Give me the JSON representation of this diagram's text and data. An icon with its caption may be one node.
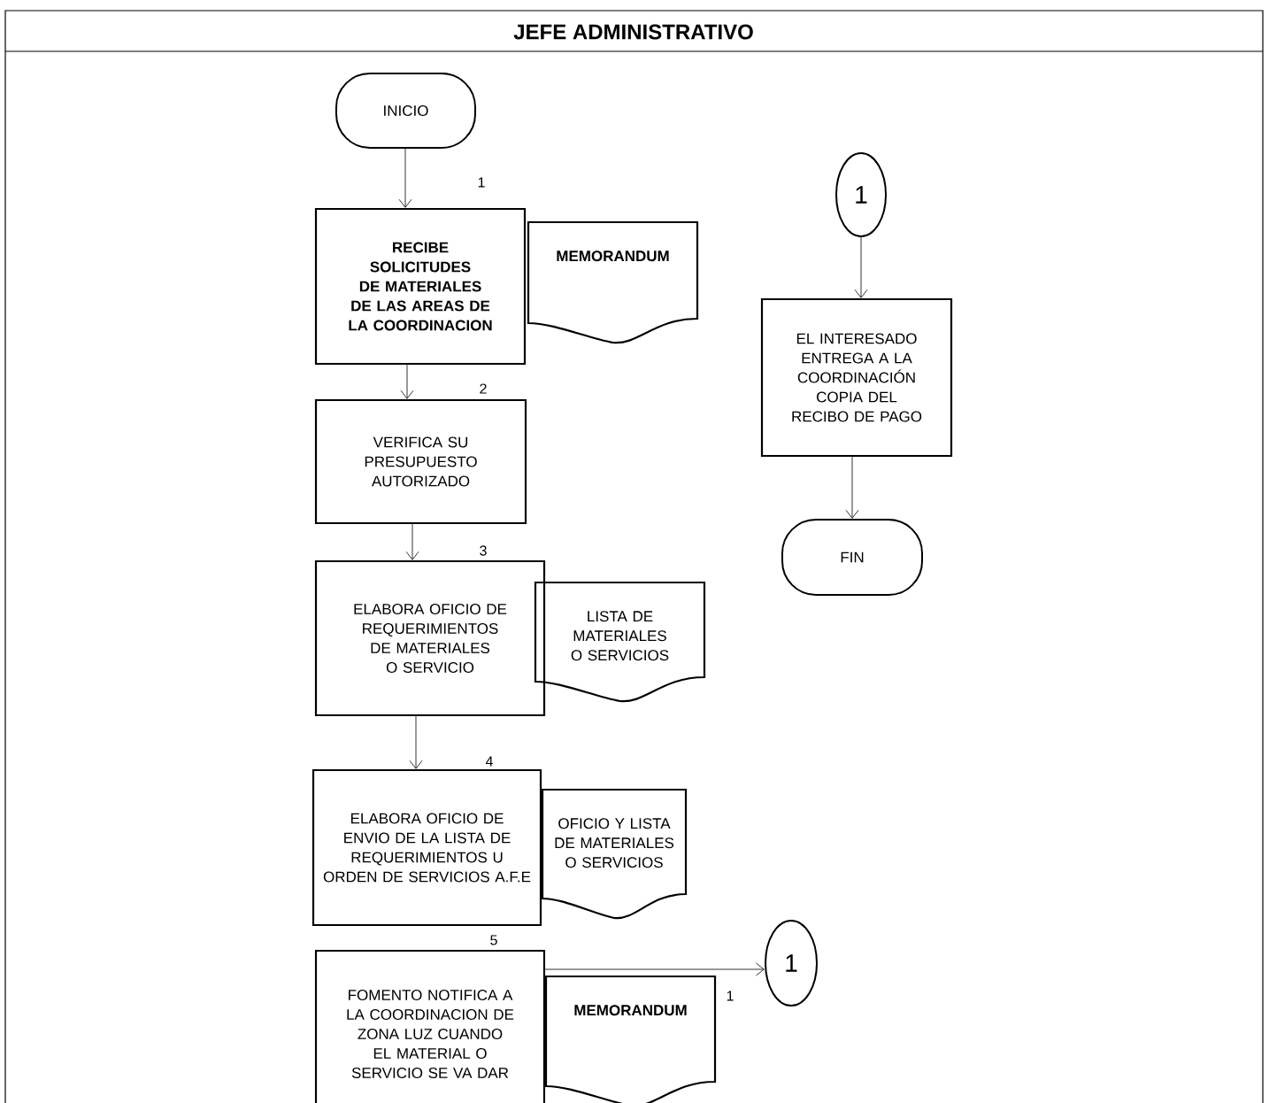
{
  "diagram": {
    "title": "JEFE ADMINISTRATIVO",
    "nodes": [
      {
        "text": [
          "INICIO"
        ]
      },
      {
        "text": [
          "RECIBE SOLICITUDES DE MATERIALES DE LAS AREAS DE LA COORDINACION"
        ],
        "beside": [
          "1"
        ]
      },
      {
        "text": [
          "MEMORANDUM"
        ]
      },
      {
        "text": [
          "VERIFICA SU PRESUPUESTO AUTORIZADO"
        ],
        "beside": [
          "2"
        ]
      },
      {
        "text": [
          "ELABORA OFICIO DE REQUERIMIENTOS DE MATERIALES O SERVICIO"
        ],
        "beside": [
          "3"
        ]
      },
      {
        "text": [
          "LISTA DE MATERIALES O SERVICIOS"
        ]
      },
      {
        "text": [
          "ELABORA OFICIO DE ENVIO DE LA LISTA DE REQUERIMIENTOS U ORDEN DE SERVICIOS A.F.E"
        ],
        "beside": [
          "4"
        ]
      },
      {
        "text": [
          "OFICIO Y LISTA DE MATERIALES O SERVICIOS"
        ]
      },
      {
        "text": [
          "FOMENTO NOTIFICA A LA COORDINACION DE ZONA LUZ CUANDO EL MATERIAL O SERVICIO SE VA DAR"
        ],
        "beside": [
          "5"
        ]
      },
      {
        "text": [
          "MEMORANDUM"
        ],
        "beside": [
          "1"
        ]
      },
      {
        "text": [
          "1"
        ]
      },
      {
        "text": [
          "1"
        ]
      },
      {
        "text": [
          "EL INTERESADO ENTREGA A LA COORDINACIÓN COPIA DEL RECIBO DE PAGO"
        ]
      },
      {
        "text": [
          "FIN"
        ]
      }
    ],
    "edges": [
      {
        "from": 0,
        "to": 1,
        "arrow": "to"
      },
      {
        "from": 1,
        "to": 3,
        "arrow": "to"
      },
      {
        "from": 3,
        "to": 4,
        "arrow": "to"
      },
      {
        "from": 4,
        "to": 6,
        "arrow": "to"
      },
      {
        "from": 8,
        "to": 10,
        "arrow": "to"
      },
      {
        "from": 11,
        "to": 12,
        "arrow": "to"
      },
      {
        "from": 12,
        "to": 13,
        "arrow": "to"
      }
    ]
  }
}
